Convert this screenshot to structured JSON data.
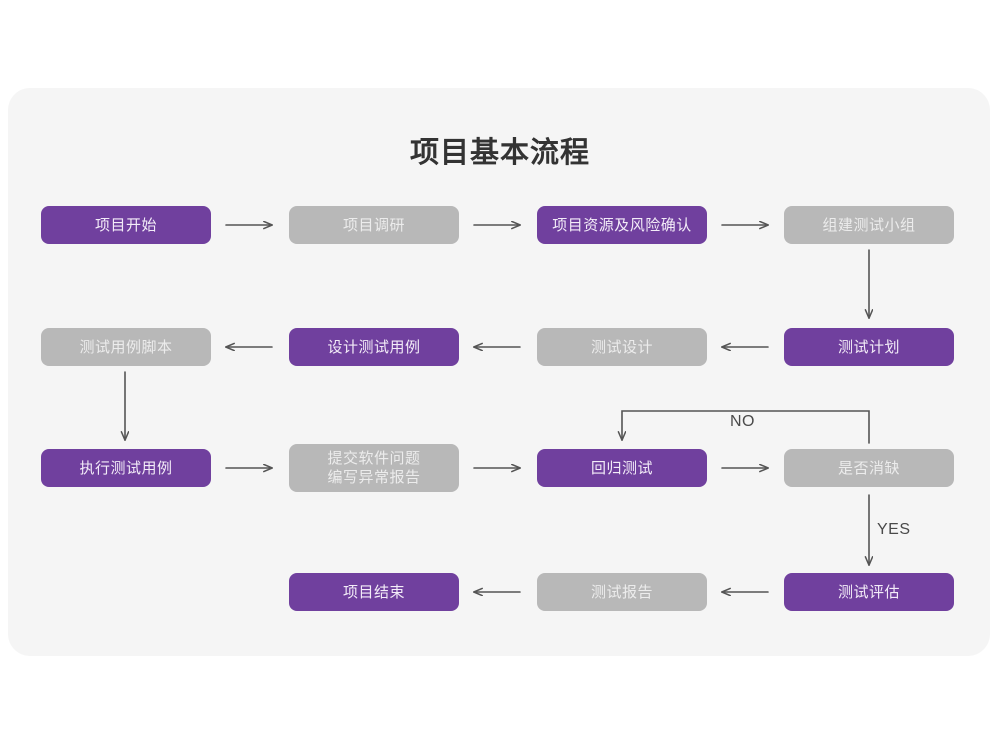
{
  "diagram": {
    "title": "项目基本流程",
    "colors": {
      "panel_background": "#f5f5f5",
      "page_background": "#ffffff",
      "primary_node": "#70409e",
      "primary_node_text": "#f3ecf8",
      "secondary_node": "#b8b8b8",
      "secondary_node_text": "#ececec",
      "connector": "#555555",
      "title_text": "#333333"
    },
    "nodes": [
      {
        "id": "n1",
        "label": "项目开始",
        "style": "primary",
        "row": 1,
        "col": 1
      },
      {
        "id": "n2",
        "label": "项目调研",
        "style": "secondary",
        "row": 1,
        "col": 2
      },
      {
        "id": "n3",
        "label": "项目资源及风险确认",
        "style": "primary",
        "row": 1,
        "col": 3
      },
      {
        "id": "n4",
        "label": "组建测试小组",
        "style": "secondary",
        "row": 1,
        "col": 4
      },
      {
        "id": "n5",
        "label": "测试用例脚本",
        "style": "secondary",
        "row": 2,
        "col": 1
      },
      {
        "id": "n6",
        "label": "设计测试用例",
        "style": "primary",
        "row": 2,
        "col": 2
      },
      {
        "id": "n7",
        "label": "测试设计",
        "style": "secondary",
        "row": 2,
        "col": 3
      },
      {
        "id": "n8",
        "label": "测试计划",
        "style": "primary",
        "row": 2,
        "col": 4
      },
      {
        "id": "n9",
        "label": "执行测试用例",
        "style": "primary",
        "row": 3,
        "col": 1
      },
      {
        "id": "n10",
        "label": "提交软件问题\n编写异常报告",
        "style": "secondary",
        "row": 3,
        "col": 2
      },
      {
        "id": "n11",
        "label": "回归测试",
        "style": "primary",
        "row": 3,
        "col": 3
      },
      {
        "id": "n12",
        "label": "是否消缺",
        "style": "secondary",
        "row": 3,
        "col": 4
      },
      {
        "id": "n13",
        "label": "项目结束",
        "style": "primary",
        "row": 4,
        "col": 2
      },
      {
        "id": "n14",
        "label": "测试报告",
        "style": "secondary",
        "row": 4,
        "col": 3
      },
      {
        "id": "n15",
        "label": "测试评估",
        "style": "primary",
        "row": 4,
        "col": 4
      }
    ],
    "edges": [
      {
        "id": "e1",
        "from": "n1",
        "to": "n2",
        "direction": "right",
        "label": ""
      },
      {
        "id": "e2",
        "from": "n2",
        "to": "n3",
        "direction": "right",
        "label": ""
      },
      {
        "id": "e3",
        "from": "n3",
        "to": "n4",
        "direction": "right",
        "label": ""
      },
      {
        "id": "e4",
        "from": "n4",
        "to": "n8",
        "direction": "down",
        "label": ""
      },
      {
        "id": "e5",
        "from": "n8",
        "to": "n7",
        "direction": "left",
        "label": ""
      },
      {
        "id": "e6",
        "from": "n7",
        "to": "n6",
        "direction": "left",
        "label": ""
      },
      {
        "id": "e7",
        "from": "n6",
        "to": "n5",
        "direction": "left",
        "label": ""
      },
      {
        "id": "e8",
        "from": "n5",
        "to": "n9",
        "direction": "down",
        "label": ""
      },
      {
        "id": "e9",
        "from": "n9",
        "to": "n10",
        "direction": "right",
        "label": ""
      },
      {
        "id": "e10",
        "from": "n10",
        "to": "n11",
        "direction": "right",
        "label": ""
      },
      {
        "id": "e11",
        "from": "n11",
        "to": "n12",
        "direction": "right",
        "label": ""
      },
      {
        "id": "e12",
        "from": "n12",
        "to": "n11",
        "direction": "loop-up-left",
        "label": "NO"
      },
      {
        "id": "e13",
        "from": "n12",
        "to": "n15",
        "direction": "down",
        "label": "YES"
      },
      {
        "id": "e14",
        "from": "n15",
        "to": "n14",
        "direction": "left",
        "label": ""
      },
      {
        "id": "e15",
        "from": "n14",
        "to": "n13",
        "direction": "left",
        "label": ""
      }
    ],
    "edge_labels": {
      "no": "NO",
      "yes": "YES"
    }
  }
}
